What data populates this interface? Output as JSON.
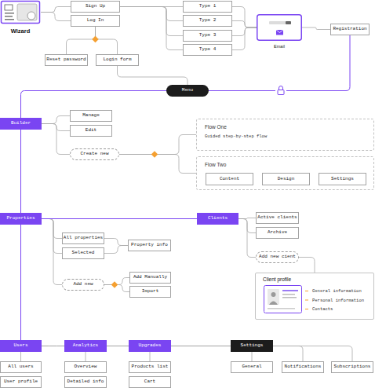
{
  "diagram": {
    "nodes": [
      {
        "text": [
          "Wizard"
        ]
      },
      {
        "text": [
          "Sign Up"
        ]
      },
      {
        "text": [
          "Log In"
        ]
      },
      {
        "text": [
          "Type 1"
        ]
      },
      {
        "text": [
          "Type 2"
        ]
      },
      {
        "text": [
          "Type 3"
        ]
      },
      {
        "text": [
          "Type 4"
        ]
      },
      {
        "text": [
          "Email"
        ]
      },
      {
        "text": [
          "Registration"
        ]
      },
      {
        "text": [
          "Reset password"
        ]
      },
      {
        "text": [
          "Login form"
        ]
      },
      {
        "text": [
          "Menu"
        ]
      },
      {
        "text": [
          "Builder"
        ]
      },
      {
        "text": [
          "Manage"
        ]
      },
      {
        "text": [
          "Edit"
        ]
      },
      {
        "text": [
          "Create new"
        ]
      },
      {
        "text": [
          "Flow One",
          "Guided step-by-step flow"
        ]
      },
      {
        "text": [
          "Flow Two"
        ]
      },
      {
        "text": [
          "Content"
        ],
        "in": 17
      },
      {
        "text": [
          "Design"
        ],
        "in": 17
      },
      {
        "text": [
          "Settings"
        ],
        "in": 17
      },
      {
        "text": [
          "Properties"
        ]
      },
      {
        "text": [
          "Clients"
        ]
      },
      {
        "text": [
          "Active clients"
        ]
      },
      {
        "text": [
          "Archive"
        ]
      },
      {
        "text": [
          "All properties"
        ]
      },
      {
        "text": [
          "Selected"
        ]
      },
      {
        "text": [
          "Property info"
        ]
      },
      {
        "text": [
          "Add new cient"
        ]
      },
      {
        "text": [
          "Client profile",
          "General information",
          "Personal information",
          "Contacts"
        ]
      },
      {
        "text": [
          "Add new"
        ]
      },
      {
        "text": [
          "Add Manually"
        ]
      },
      {
        "text": [
          "Import"
        ]
      },
      {
        "text": [
          "Users"
        ]
      },
      {
        "text": [
          "Analytics"
        ]
      },
      {
        "text": [
          "Upgrades"
        ]
      },
      {
        "text": [
          "Settings"
        ]
      },
      {
        "text": [
          "All users"
        ]
      },
      {
        "text": [
          "User profile"
        ]
      },
      {
        "text": [
          "Overview"
        ]
      },
      {
        "text": [
          "Detailed info"
        ]
      },
      {
        "text": [
          "Products list"
        ]
      },
      {
        "text": [
          "Cart"
        ]
      },
      {
        "text": [
          "General"
        ]
      },
      {
        "text": [
          "Notifications"
        ]
      },
      {
        "text": [
          "Subscriptions"
        ]
      }
    ],
    "edges": [
      {
        "from": 0,
        "to": 1,
        "arrow": "none"
      },
      {
        "from": 0,
        "to": 2,
        "arrow": "none"
      },
      {
        "from": 1,
        "to": 3,
        "arrow": "none"
      },
      {
        "from": 1,
        "to": 4,
        "arrow": "none"
      },
      {
        "from": 1,
        "to": 5,
        "arrow": "none"
      },
      {
        "from": 1,
        "to": 6,
        "arrow": "none"
      },
      {
        "from": 3,
        "to": 7,
        "arrow": "none"
      },
      {
        "from": 4,
        "to": 7,
        "arrow": "none"
      },
      {
        "from": 5,
        "to": 7,
        "arrow": "none"
      },
      {
        "from": 6,
        "to": 7,
        "arrow": "none"
      },
      {
        "from": 7,
        "to": 8,
        "arrow": "none"
      },
      {
        "from": 8,
        "to": 11,
        "arrow": "none"
      },
      {
        "from": 2,
        "to": 9,
        "arrow": "none"
      },
      {
        "from": 2,
        "to": 10,
        "arrow": "none"
      },
      {
        "from": 10,
        "to": 11,
        "arrow": "none"
      },
      {
        "from": 11,
        "to": 12,
        "arrow": "none"
      },
      {
        "from": 12,
        "to": 13,
        "arrow": "none"
      },
      {
        "from": 12,
        "to": 14,
        "arrow": "none"
      },
      {
        "from": 12,
        "to": 15,
        "arrow": "none"
      },
      {
        "from": 15,
        "to": 16,
        "arrow": "none"
      },
      {
        "from": 15,
        "to": 17,
        "arrow": "none"
      },
      {
        "from": 12,
        "to": 21,
        "arrow": "none"
      },
      {
        "from": 21,
        "to": 22,
        "arrow": "none"
      },
      {
        "from": 21,
        "to": 25,
        "arrow": "none"
      },
      {
        "from": 21,
        "to": 26,
        "arrow": "none"
      },
      {
        "from": 21,
        "to": 30,
        "arrow": "none"
      },
      {
        "from": 25,
        "to": 27,
        "arrow": "none"
      },
      {
        "from": 26,
        "to": 27,
        "arrow": "none"
      },
      {
        "from": 30,
        "to": 31,
        "arrow": "none"
      },
      {
        "from": 30,
        "to": 32,
        "arrow": "none"
      },
      {
        "from": 22,
        "to": 23,
        "arrow": "none"
      },
      {
        "from": 22,
        "to": 24,
        "arrow": "none"
      },
      {
        "from": 22,
        "to": 28,
        "arrow": "none"
      },
      {
        "from": 28,
        "to": 29,
        "arrow": "none"
      },
      {
        "from": 21,
        "to": 33,
        "arrow": "none"
      },
      {
        "from": 33,
        "to": 34,
        "arrow": "none"
      },
      {
        "from": 34,
        "to": 35,
        "arrow": "none"
      },
      {
        "from": 35,
        "to": 36,
        "arrow": "none"
      },
      {
        "from": 33,
        "to": 37,
        "arrow": "none"
      },
      {
        "from": 34,
        "to": 39,
        "arrow": "none"
      },
      {
        "from": 35,
        "to": 41,
        "arrow": "none"
      },
      {
        "from": 36,
        "to": 43,
        "arrow": "none"
      },
      {
        "from": 36,
        "to": 44,
        "arrow": "none"
      },
      {
        "from": 36,
        "to": 45,
        "arrow": "none"
      }
    ]
  }
}
